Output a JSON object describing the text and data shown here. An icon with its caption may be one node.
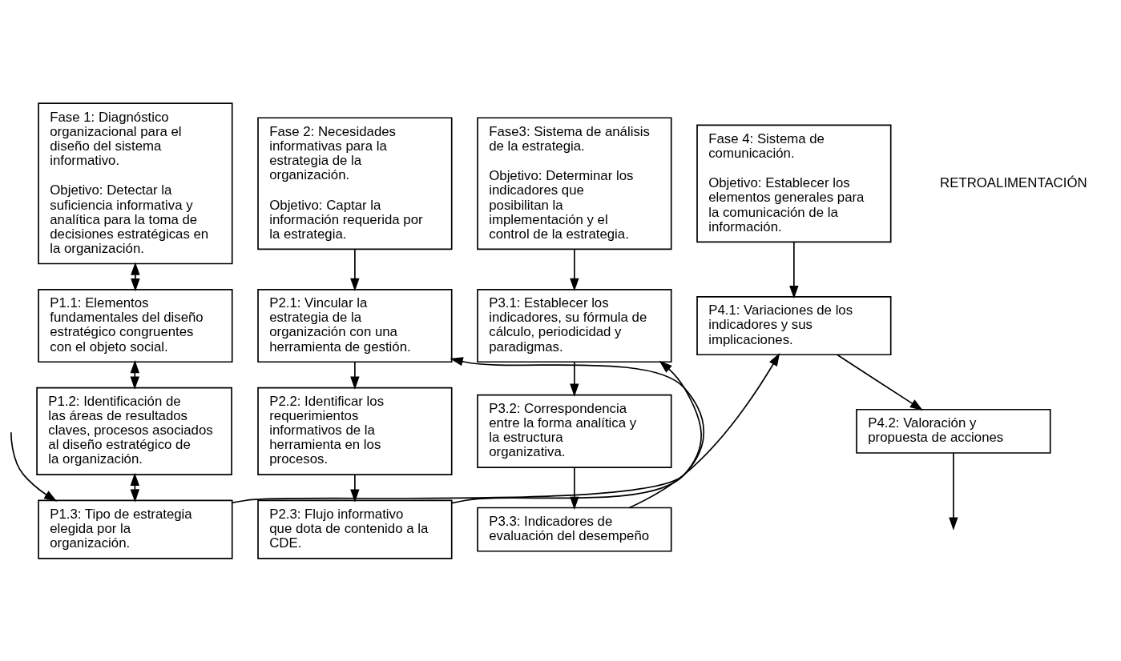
{
  "diagram": {
    "nodes": [
      {
        "text": [
          "Fase 1: Diagnóstico organizacional para el diseño del sistema informativo.",
          "Objetivo: Detectar la suficiencia informativa y analítica para la toma de decisiones estratégicas en la organización."
        ]
      },
      {
        "text": [
          "Fase 2: Necesidades informativas para la estrategia de la organización.",
          "Objetivo: Captar la información requerida por la estrategia."
        ]
      },
      {
        "text": [
          "Fase3: Sistema de análisis de la estrategia.",
          "Objetivo: Determinar los indicadores que posibilitan la implementación y el control de la estrategia."
        ]
      },
      {
        "text": [
          "Fase 4: Sistema de comunicación.",
          "Objetivo: Establecer los elementos generales para la comunicación de la información."
        ]
      },
      {
        "text": [
          "P1.1: Elementos fundamentales del diseño estratégico congruentes con el objeto social."
        ]
      },
      {
        "text": [
          "P1.2: Identificación de las áreas de resultados claves, procesos asociados al diseño estratégico de la organización."
        ]
      },
      {
        "text": [
          "P1.3: Tipo de estrategia elegida por la organización."
        ]
      },
      {
        "text": [
          "P2.1: Vincular la estrategia de la organización con una herramienta de gestión."
        ]
      },
      {
        "text": [
          "P2.2: Identificar los requerimientos informativos de la herramienta en los procesos."
        ]
      },
      {
        "text": [
          "P2.3: Flujo informativo que dota de contenido a la CDE."
        ]
      },
      {
        "text": [
          "P3.1: Establecer los indicadores, su fórmula de cálculo, periodicidad y paradigmas."
        ]
      },
      {
        "text": [
          "P3.2: Correspondencia entre la forma analítica y la estructura organizativa."
        ]
      },
      {
        "text": [
          "P3.3: Indicadores de evaluación del desempeño"
        ]
      },
      {
        "text": [
          "P4.1: Variaciones de los indicadores y sus implicaciones."
        ]
      },
      {
        "text": [
          "P4.2: Valoración y propuesta de acciones"
        ]
      }
    ],
    "edges": [
      {
        "from": 0,
        "to": 4,
        "arrow": "both"
      },
      {
        "from": 4,
        "to": 5,
        "arrow": "both"
      },
      {
        "from": 5,
        "to": 6,
        "arrow": "both"
      },
      {
        "from": 6,
        "to": 7,
        "arrow": "to"
      },
      {
        "from": 1,
        "to": 7,
        "arrow": "to"
      },
      {
        "from": 7,
        "to": 8,
        "arrow": "to"
      },
      {
        "from": 8,
        "to": 9,
        "arrow": "to"
      },
      {
        "from": 9,
        "to": 10,
        "arrow": "to"
      },
      {
        "from": 2,
        "to": 10,
        "arrow": "to"
      },
      {
        "from": 10,
        "to": 11,
        "arrow": "to"
      },
      {
        "from": 11,
        "to": 12,
        "arrow": "to"
      },
      {
        "from": 12,
        "to": 13,
        "arrow": "to"
      },
      {
        "from": 3,
        "to": 13,
        "arrow": "to"
      },
      {
        "from": 13,
        "to": 14,
        "arrow": "to"
      },
      {
        "from": 14,
        "to": null,
        "arrow": "to"
      },
      {
        "from": null,
        "to": 6,
        "arrow": "to"
      }
    ],
    "labels": [
      "RETROALIMENTACIÓN"
    ]
  }
}
